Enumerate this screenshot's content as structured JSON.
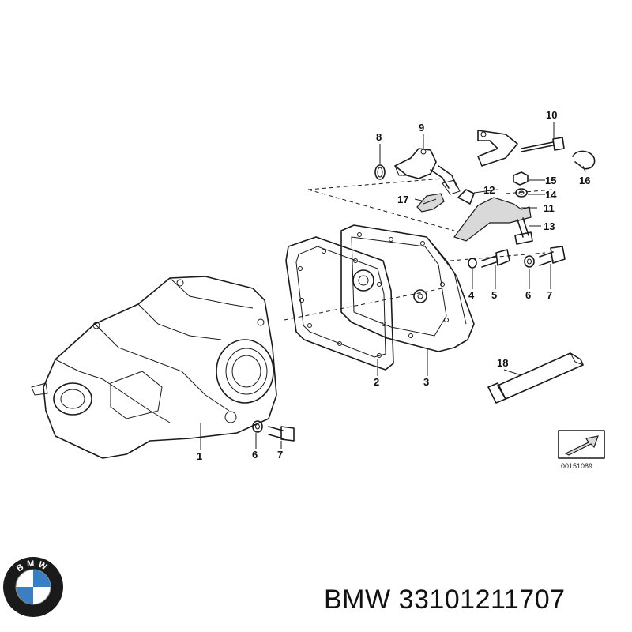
{
  "caption": {
    "brand": "BMW",
    "part_number": "33101211707"
  },
  "logo": {
    "letters": "BMW",
    "colors": {
      "blue": "#3a7fc4",
      "white": "#ffffff",
      "ring": "#1a1a1a"
    }
  },
  "diagram": {
    "reference_code": "00151089",
    "callouts": [
      "1",
      "2",
      "3",
      "4",
      "5",
      "6",
      "7",
      "6",
      "7",
      "8",
      "9",
      "10",
      "11",
      "12",
      "13",
      "14",
      "15",
      "16",
      "17",
      "18"
    ]
  }
}
